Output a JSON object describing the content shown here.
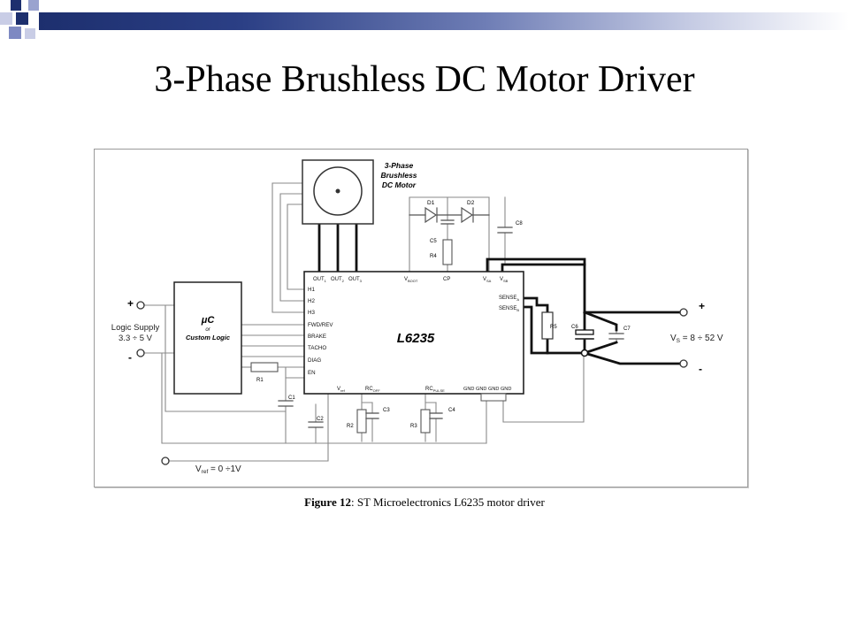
{
  "slide": {
    "title": "3-Phase Brushless DC Motor Driver",
    "caption_bold": "Figure 12",
    "caption_rest": ": ST Microelectronics L6235 motor driver"
  },
  "diagram": {
    "chip_name": "L6235",
    "motor_label_1": "3-Phase",
    "motor_label_2": "Brushless",
    "motor_label_3": "DC Motor",
    "mcu_label_1": "μC",
    "mcu_label_2": "or",
    "mcu_label_3": "Custom Logic",
    "logic_supply_1": "Logic Supply",
    "logic_supply_2": "3.3 ÷ 5 V",
    "plus": "+",
    "minus": "-",
    "vs_label": "V",
    "vs_sub": "S",
    "vs_value": " = 8 ÷ 52 V",
    "vref_label": "V",
    "vref_sub": "ref",
    "vref_value": " = 0 ÷1V",
    "pins_left": [
      "H1",
      "H2",
      "H3",
      "FWD/REV",
      "BRAKE",
      "TACHO",
      "DIAG",
      "EN"
    ],
    "pins_top": [
      "OUT",
      "OUT",
      "OUT",
      "V",
      "CP",
      "V",
      "V"
    ],
    "pins_top_sub": [
      "1",
      "2",
      "3",
      "BOOT",
      "",
      "SA",
      "SB"
    ],
    "sense_a": "SENSE",
    "sense_a_sub": "A",
    "sense_b": "SENSE",
    "sense_b_sub": "B",
    "pins_bottom": [
      "V",
      "RC",
      "RC",
      "GND GND GND GND"
    ],
    "pins_bottom_sub": [
      "ref",
      "OFF",
      "PULSE",
      ""
    ],
    "components": [
      "D1",
      "D2",
      "C8",
      "C5",
      "R4",
      "R5",
      "C6",
      "C7",
      "R1",
      "C1",
      "C2",
      "R2",
      "C3",
      "R3",
      "C4"
    ]
  }
}
